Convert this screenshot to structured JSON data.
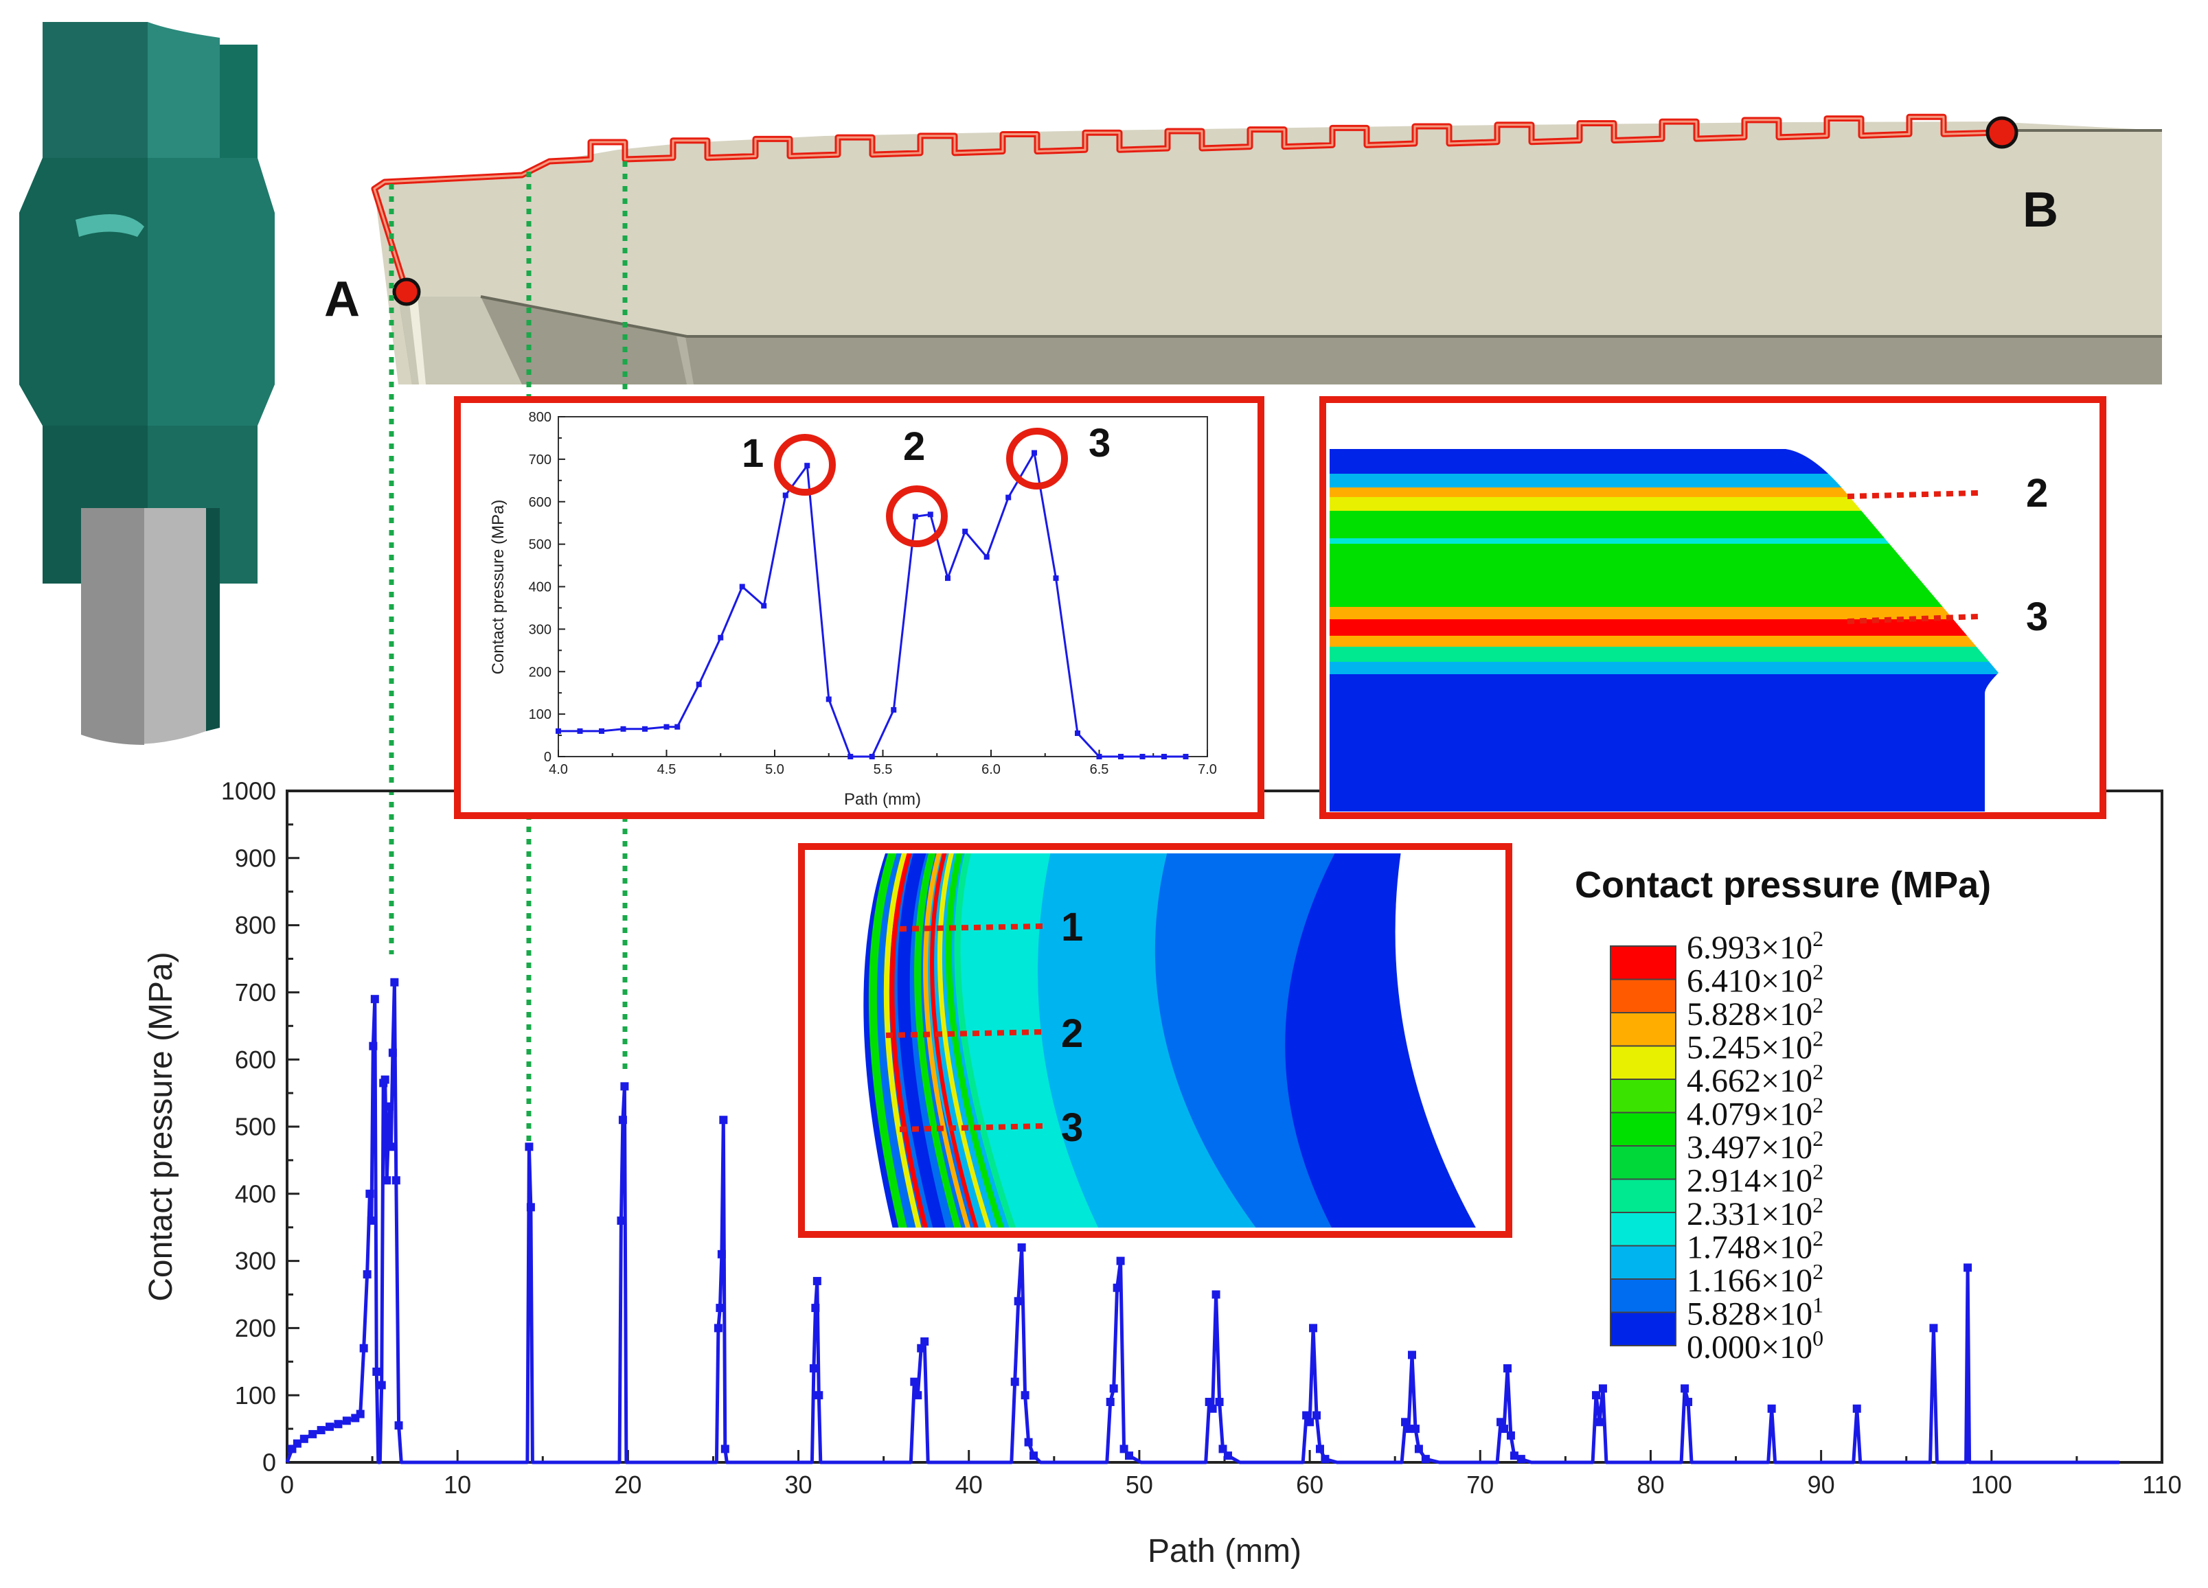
{
  "labels": {
    "point_a": "A",
    "point_b": "B"
  },
  "callouts": {
    "c1": "1",
    "c2": "2",
    "c3": "3"
  },
  "legend": {
    "title": "Contact pressure (MPa)",
    "entries": [
      {
        "mantissa": "6.993",
        "exp": "2",
        "color": "#ff0000"
      },
      {
        "mantissa": "6.410",
        "exp": "2",
        "color": "#ff5a00"
      },
      {
        "mantissa": "5.828",
        "exp": "2",
        "color": "#ffae00"
      },
      {
        "mantissa": "5.245",
        "exp": "2",
        "color": "#e8f000"
      },
      {
        "mantissa": "4.662",
        "exp": "2",
        "color": "#3ae400"
      },
      {
        "mantissa": "4.079",
        "exp": "2",
        "color": "#00e000"
      },
      {
        "mantissa": "3.497",
        "exp": "2",
        "color": "#00d83a"
      },
      {
        "mantissa": "2.914",
        "exp": "2",
        "color": "#00e890"
      },
      {
        "mantissa": "2.331",
        "exp": "2",
        "color": "#00e8d8"
      },
      {
        "mantissa": "1.748",
        "exp": "2",
        "color": "#00b4f0"
      },
      {
        "mantissa": "1.166",
        "exp": "2",
        "color": "#006cf0"
      },
      {
        "mantissa": "5.828",
        "exp": "1",
        "color": "#0024e8"
      },
      {
        "mantissa": "0.000",
        "exp": "0",
        "color": ""
      }
    ]
  },
  "chart_data": [
    {
      "type": "line",
      "title": "",
      "xlabel": "Path (mm)",
      "ylabel": "Contact pressure (MPa)",
      "xlim": [
        0,
        110
      ],
      "ylim": [
        0,
        1000
      ],
      "xticks": [
        "0",
        "10",
        "20",
        "30",
        "40",
        "50",
        "60",
        "70",
        "80",
        "90",
        "100",
        "110"
      ],
      "yticks": [
        "0",
        "100",
        "200",
        "300",
        "400",
        "500",
        "600",
        "700",
        "800",
        "900",
        "1000"
      ],
      "color": "#1a1ae6",
      "series": [
        {
          "x": [
            0,
            0.3,
            0.6,
            1,
            1.5,
            2,
            2.5,
            3,
            3.5,
            4,
            4.3,
            4.5,
            4.7,
            4.85,
            4.95,
            5.05,
            5.15,
            5.25,
            5.35,
            5.45,
            5.55,
            5.65,
            5.75,
            5.85,
            6.0,
            6.1,
            6.2,
            6.3,
            6.4,
            6.55,
            6.7,
            7,
            14.1,
            14.2,
            14.3,
            14.4,
            14.5,
            14.6,
            19.5,
            19.6,
            19.7,
            19.8,
            19.9,
            20.0,
            20.1,
            20.3,
            25.2,
            25.3,
            25.4,
            25.5,
            25.6,
            25.7,
            25.8,
            25.9,
            30.8,
            30.9,
            31.0,
            31.1,
            31.2,
            31.3,
            31.5,
            31.7,
            36.6,
            36.8,
            37.0,
            37.2,
            37.4,
            37.6,
            42.5,
            42.7,
            42.9,
            43.1,
            43.3,
            43.5,
            43.8,
            44.2,
            48.1,
            48.3,
            48.5,
            48.7,
            48.9,
            49.1,
            49.4,
            50.1,
            53.9,
            54.1,
            54.3,
            54.5,
            54.7,
            54.9,
            55.2,
            55.9,
            59.6,
            59.8,
            60.0,
            60.2,
            60.4,
            60.6,
            60.9,
            61.6,
            65.4,
            65.6,
            65.8,
            66.0,
            66.2,
            66.4,
            66.8,
            67.6,
            71.0,
            71.2,
            71.4,
            71.6,
            71.8,
            72.0,
            72.4,
            73.0,
            76.6,
            76.8,
            77.0,
            77.2,
            77.4,
            81.8,
            82.0,
            82.2,
            82.4,
            86.9,
            87.1,
            87.3,
            91.9,
            92.1,
            92.3,
            96.4,
            96.6,
            96.8,
            98.5,
            98.6,
            98.7,
            107.5
          ],
          "y": [
            0,
            20,
            28,
            35,
            42,
            48,
            53,
            57,
            62,
            66,
            72,
            170,
            280,
            400,
            360,
            620,
            690,
            135,
            0,
            0,
            115,
            565,
            570,
            420,
            530,
            470,
            610,
            715,
            420,
            55,
            0,
            0,
            0,
            470,
            380,
            0,
            0,
            0,
            0,
            360,
            510,
            560,
            0,
            0,
            0,
            0,
            0,
            200,
            230,
            310,
            510,
            20,
            0,
            0,
            0,
            140,
            230,
            270,
            100,
            0,
            0,
            0,
            0,
            120,
            100,
            170,
            180,
            0,
            0,
            120,
            240,
            320,
            100,
            30,
            10,
            0,
            0,
            90,
            110,
            260,
            300,
            20,
            10,
            0,
            0,
            90,
            80,
            250,
            90,
            20,
            10,
            0,
            0,
            70,
            60,
            200,
            70,
            20,
            5,
            0,
            0,
            60,
            50,
            160,
            50,
            20,
            5,
            0,
            0,
            60,
            50,
            140,
            40,
            10,
            5,
            0,
            0,
            100,
            60,
            110,
            0,
            0,
            110,
            90,
            0,
            0,
            80,
            0,
            0,
            80,
            0,
            0,
            200,
            0,
            0,
            290,
            0,
            0
          ]
        }
      ]
    },
    {
      "type": "line",
      "title": "",
      "xlabel": "Path (mm)",
      "ylabel": "Contact pressure (MPa)",
      "xlim": [
        4.0,
        7.0
      ],
      "ylim": [
        0,
        800
      ],
      "xticks": [
        "4.0",
        "4.5",
        "5.0",
        "5.5",
        "6.0",
        "6.5",
        "7.0"
      ],
      "yticks": [
        "0",
        "100",
        "200",
        "300",
        "400",
        "500",
        "600",
        "700",
        "800"
      ],
      "color": "#1a1ae6",
      "series": [
        {
          "x": [
            4.0,
            4.1,
            4.2,
            4.3,
            4.4,
            4.5,
            4.55,
            4.65,
            4.75,
            4.85,
            4.95,
            5.05,
            5.15,
            5.25,
            5.35,
            5.45,
            5.55,
            5.65,
            5.72,
            5.8,
            5.88,
            5.98,
            6.08,
            6.2,
            6.3,
            6.4,
            6.5,
            6.6,
            6.7,
            6.8,
            6.9
          ],
          "y": [
            60,
            60,
            60,
            65,
            65,
            70,
            70,
            170,
            280,
            400,
            355,
            615,
            685,
            135,
            0,
            0,
            110,
            565,
            570,
            420,
            530,
            470,
            610,
            715,
            420,
            55,
            0,
            0,
            0,
            0,
            0
          ]
        }
      ]
    }
  ]
}
